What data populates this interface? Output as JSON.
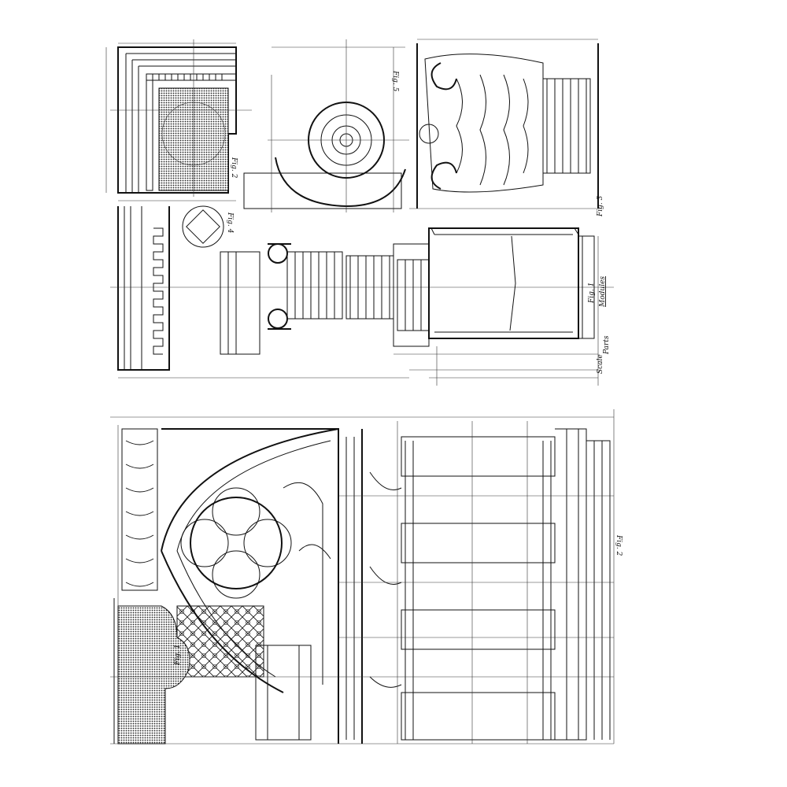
{
  "plate_top": {
    "labels": {
      "fig1": "Fig. 1",
      "fig2": "Fig. 2",
      "fig3": "Fig. 3",
      "fig4": "Fig. 4",
      "fig5": "Fig. 5",
      "modules": "Modules",
      "scale": "Scale",
      "parts": "Parts"
    }
  },
  "plate_bottom": {
    "labels": {
      "fig1": "Fig. 1",
      "fig2": "Fig. 2"
    }
  },
  "colors": {
    "ink": "#111111",
    "paper": "#ffffff"
  }
}
